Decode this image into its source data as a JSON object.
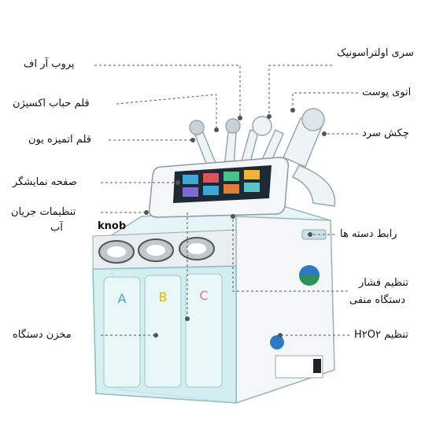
{
  "labels": {
    "probe_rf": "پروب آر اف",
    "oxygen_pen": "قلم حباب اکسیژن",
    "ion_pen": "قلم اتمیزه یون",
    "screen": "صفحه نمایشگر",
    "water_flow_line1": "تنظیمات جریان",
    "water_flow_line2": "آب",
    "knob": "knob",
    "tank": "مخزن دستگاه",
    "ultrasonic": "سری اولتراسونیک",
    "skin_iron": "اتوی پوست",
    "cold_hammer": "چکش سرد",
    "handle_connector": "رابط دسته ها",
    "pressure_line1": "تنظیم فشار",
    "pressure_line2": "دستگاه منفی",
    "h2o2": "تنظیم H۲O۲"
  },
  "tank_letters": [
    "A",
    "B",
    "C"
  ],
  "colors": {
    "body": "#dff2f4",
    "accent": "#8fd3da",
    "screen": "#1d2a36",
    "leader": "#555555"
  }
}
